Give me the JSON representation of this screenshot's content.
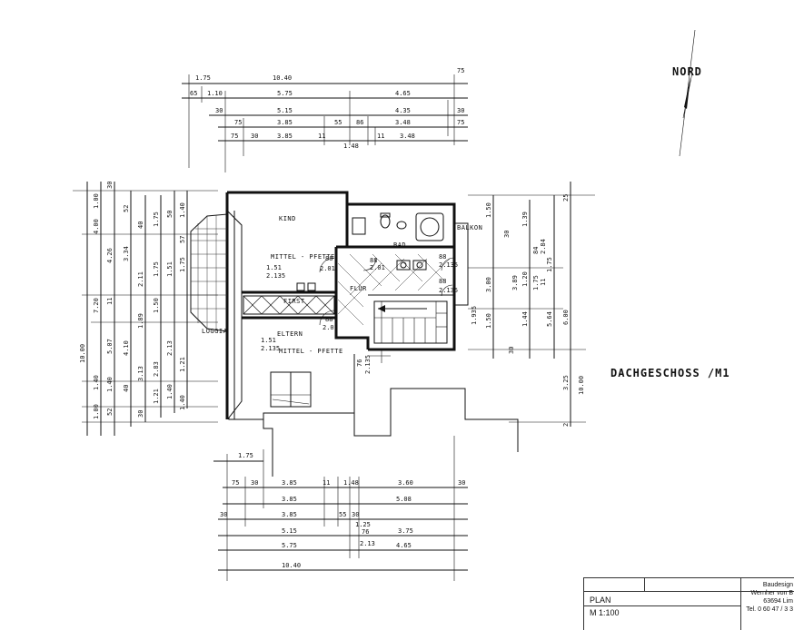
{
  "north_label": "NORD",
  "floor_title": "DACHGESCHOSS /M1",
  "rooms": {
    "kind": "KIND",
    "bad": "BAD",
    "balkon": "BALKON",
    "flur": "FLUR",
    "first": "FIRST",
    "eltern": "ELTERN",
    "loggia": "LOGGIA",
    "mittel_pfette_1": "MITTEL - PFETTE",
    "mittel_pfette_2": "MITTEL - PFETTE"
  },
  "inner_dims": {
    "d1": "1.51",
    "d2": "2.135",
    "d3": "1.51",
    "d4": "2.135",
    "d5": "88",
    "d6": "2.01",
    "d7": "88",
    "d8": "2.01",
    "d9": "88",
    "d10": "2.135",
    "d11": "88",
    "d12": "2.135",
    "d13": "88",
    "d14": "2.01",
    "d15": "76",
    "d16": "2.135"
  },
  "top_dims": {
    "row1": [
      "1.75",
      "10.40",
      "75"
    ],
    "row2": [
      "65",
      "1.10",
      "5.75",
      "4.65"
    ],
    "row3": [
      "30",
      "5.15",
      "4.35",
      "30"
    ],
    "row4": [
      "75",
      "3.85",
      "55",
      "86",
      "3.48",
      "75"
    ],
    "row5": [
      "75",
      "30",
      "3.85",
      "11",
      "1.48",
      "11",
      "3.48"
    ]
  },
  "bottom_dims": {
    "row1": [
      "1.75"
    ],
    "row2": [
      "75",
      "30",
      "3.85",
      "11",
      "1.48",
      "3.60",
      "30"
    ],
    "row3": [
      "3.85",
      "5.08"
    ],
    "row4": [
      "30",
      "3.85",
      "55",
      "30"
    ],
    "row5": [
      "5.15",
      "1.25",
      "76",
      "3.75"
    ],
    "row6": [
      "5.75",
      "2.13",
      "4.65"
    ],
    "row7": [
      "10.40"
    ]
  },
  "left_dims": {
    "col1": [
      "10.00"
    ],
    "col2": [
      "1.00",
      "4.00",
      "7.20",
      "1.40",
      "1.00"
    ],
    "col3": [
      "30",
      "4.26",
      "11",
      "5.07",
      "1.40",
      "52"
    ],
    "col4": [
      "52",
      "3.34",
      "4.10",
      "40"
    ],
    "col5": [
      "40",
      "2.11",
      "1.89",
      "3.13",
      "30"
    ],
    "col6": [
      "1.75",
      "1.75",
      "1.50",
      "2.83",
      "1.21"
    ],
    "col7": [
      "50",
      "1.51",
      "2.13",
      "1.40"
    ],
    "col8": [
      "1.40",
      "57",
      "1.75",
      "1.21",
      "1.40"
    ]
  },
  "right_dims": {
    "col1": [
      "1.50",
      "30",
      "3.00",
      "1.935",
      "1.50",
      "30"
    ],
    "col2": [
      "1.39",
      "1.20",
      "1.44",
      "3.89"
    ],
    "col3": [
      "25",
      "1.75",
      "5.64",
      "6.00"
    ],
    "col4": [
      "84",
      "2.84",
      "1.75",
      "11",
      "3.25",
      "10.00",
      "2"
    ]
  },
  "title_block": {
    "plan_label": "PLAN",
    "scale": "M  1:100",
    "company_line1": "Baudesign",
    "company_line2": "Wernher von B",
    "company_line3": "63694 Lim",
    "company_line4": "Tel. 0 60 47 / 3 3"
  }
}
